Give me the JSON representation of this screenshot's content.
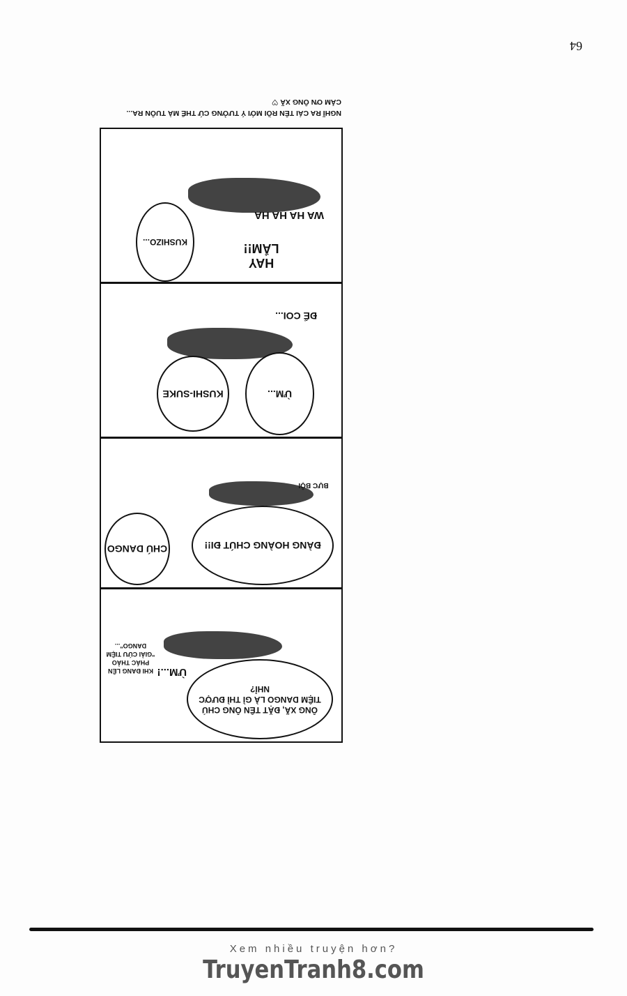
{
  "page_number": "64",
  "caption": {
    "line1": "NGHĨ RA CÁI TÊN RỒI MỚI Ý TƯỞNG CỨ THẾ MÀ TUÔN RA...",
    "line2": "CẢM ƠN ÔNG XÃ ♡"
  },
  "panels": [
    {
      "bubble": "ÔNG XÃ, ĐẶT TÊN ÔNG CHÚ TIỆM DANGO LÀ GÌ THÌ ĐƯỢC NHỈ?",
      "sfx": "ỪM...!",
      "note": "KHI ĐANG LÊN PHÁC THẢO \"GIẢI CỨU TIỆM DANGO\"..."
    },
    {
      "bubble": "ĐÀNG HOÀNG CHÚT ĐI!!",
      "bubble2": "CHÚ DANGO",
      "sfx": "BỰC BỘI"
    },
    {
      "bubble": "ỪM...",
      "bubble2": "KUSHI-SUKE",
      "sfx": "ĐỂ COI..."
    },
    {
      "bubble": "HAY LẮM!!",
      "bubble2": "KUSHIZO...",
      "sfx": "WA HA HA HA"
    }
  ],
  "watermark": {
    "tagline": "Xem nhiều truyện hơn?",
    "site": "TruyenTranh8.com"
  }
}
